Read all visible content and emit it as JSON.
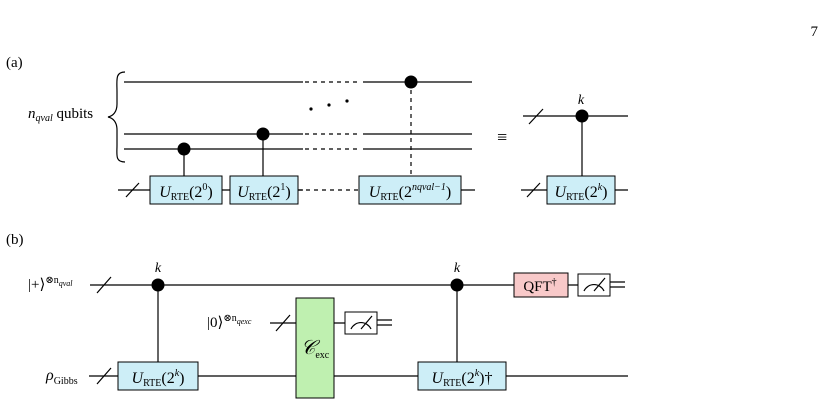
{
  "page_number": "7",
  "panel_a": {
    "label": "(a)",
    "register_label_main": "n",
    "register_label_sub": "qval",
    "register_label_tail": " qubits",
    "gates": [
      {
        "base": "U",
        "sub": "RTE",
        "arg_pre": "(2",
        "arg_sup": "0",
        "arg_post": ")"
      },
      {
        "base": "U",
        "sub": "RTE",
        "arg_pre": "(2",
        "arg_sup": "1",
        "arg_post": ")"
      },
      {
        "base": "U",
        "sub": "RTE",
        "arg_pre": "(2",
        "arg_sup": "nqval−1",
        "arg_post": ")"
      }
    ],
    "ellipsis": "· · ·",
    "equiv_symbol": "≡",
    "compact_control_label": "k",
    "compact_gate": {
      "base": "U",
      "sub": "RTE",
      "arg_pre": "(2",
      "arg_sup": "k",
      "arg_post": ")"
    }
  },
  "panel_b": {
    "label": "(b)",
    "input_plus": "|+⟩",
    "input_plus_sup": "⊗n",
    "input_plus_sup_sub": "qval",
    "input_zero": "|0⟩",
    "input_zero_sup": "⊗n",
    "input_zero_sup_sub": "qexc",
    "input_rho": "ρ",
    "input_rho_sub": "Gibbs",
    "control_label_1": "k",
    "control_label_2": "k",
    "gate_u": {
      "base": "U",
      "sub": "RTE",
      "arg_pre": "(2",
      "arg_sup": "k",
      "arg_post": ")"
    },
    "gate_c": {
      "base": "𝒞",
      "sub": "exc"
    },
    "gate_u_dag": {
      "base": "U",
      "sub": "RTE",
      "arg_pre": "(2",
      "arg_sup": "k",
      "arg_post": ")†"
    },
    "qft": {
      "text": "QFT",
      "sup": "†"
    }
  }
}
